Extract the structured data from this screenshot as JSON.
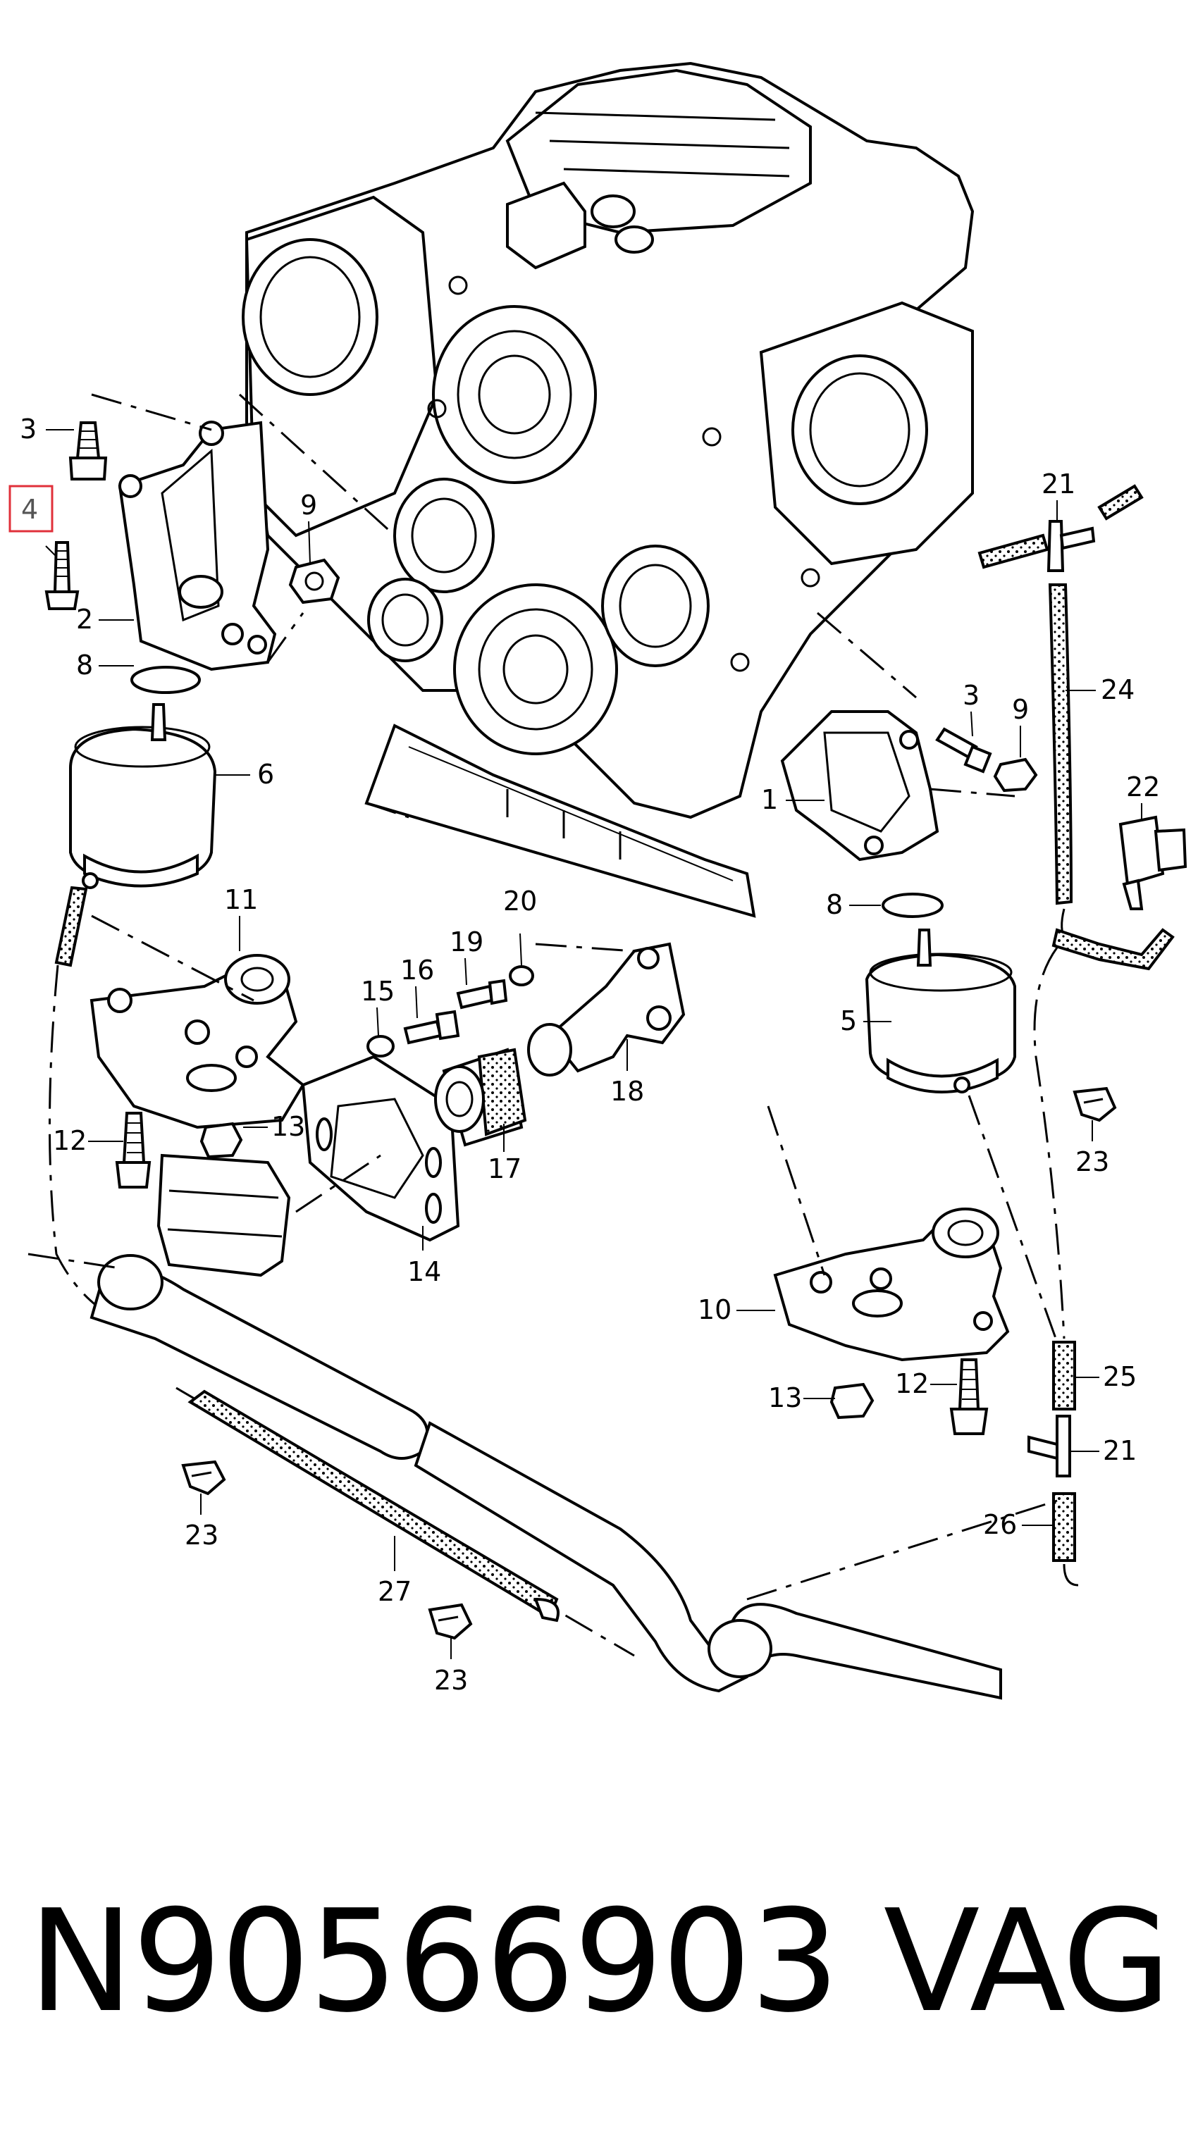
{
  "callouts": {
    "c1": "1",
    "c2": "2",
    "c3a": "3",
    "c3b": "3",
    "c4": "4",
    "c5": "5",
    "c6": "6",
    "c8a": "8",
    "c8b": "8",
    "c9a": "9",
    "c9b": "9",
    "c10": "10",
    "c11": "11",
    "c12a": "12",
    "c12b": "12",
    "c13a": "13",
    "c13b": "13",
    "c14": "14",
    "c15": "15",
    "c16": "16",
    "c17": "17",
    "c18": "18",
    "c19": "19",
    "c20": "20",
    "c21a": "21",
    "c21b": "21",
    "c22": "22",
    "c23a": "23",
    "c23b": "23",
    "c23c": "23",
    "c24": "24",
    "c25": "25",
    "c26": "26",
    "c27": "27"
  },
  "highlight": {
    "callout": "4",
    "color": "#e0303a"
  },
  "footer": {
    "part_number": "N90566903",
    "brand": "VAG"
  }
}
